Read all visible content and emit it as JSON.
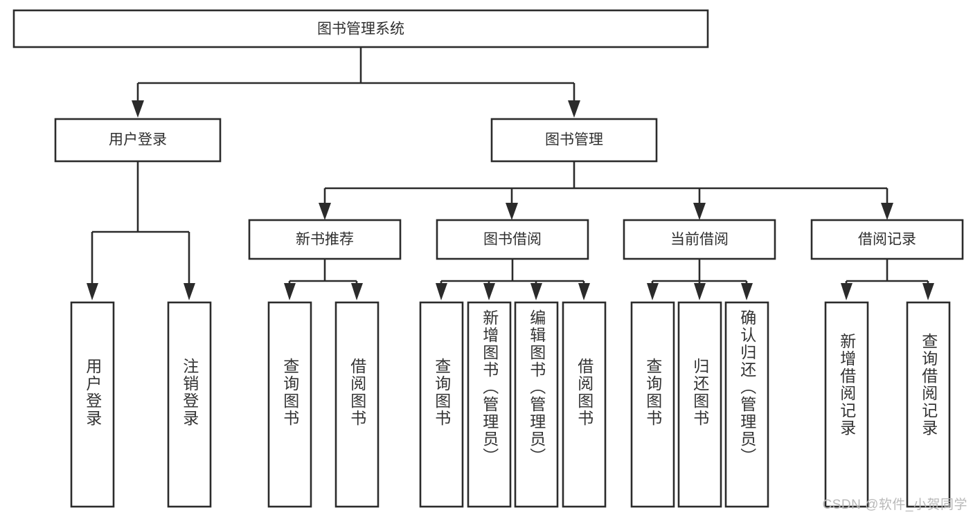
{
  "diagram": {
    "type": "tree",
    "title": "图书管理系统",
    "root": {
      "label": "图书管理系统",
      "children": [
        {
          "label": "用户登录",
          "children": [
            {
              "label": "用户登录"
            },
            {
              "label": "注销登录"
            }
          ]
        },
        {
          "label": "图书管理",
          "children": [
            {
              "label": "新书推荐",
              "children": [
                {
                  "label": "查询图书"
                },
                {
                  "label": "借阅图书"
                }
              ]
            },
            {
              "label": "图书借阅",
              "children": [
                {
                  "label": "查询图书"
                },
                {
                  "label": "新增图书（管理员）"
                },
                {
                  "label": "编辑图书（管理员）"
                },
                {
                  "label": "借阅图书"
                }
              ]
            },
            {
              "label": "当前借阅",
              "children": [
                {
                  "label": "查询图书"
                },
                {
                  "label": "归还图书"
                },
                {
                  "label": "确认归还（管理员）"
                }
              ]
            },
            {
              "label": "借阅记录",
              "children": [
                {
                  "label": "新增借阅记录"
                },
                {
                  "label": "查询借阅记录"
                }
              ]
            }
          ]
        }
      ]
    }
  },
  "nodes": {
    "root_title": "图书管理系统",
    "level1": [
      {
        "label": "用户登录"
      },
      {
        "label": "图书管理"
      }
    ],
    "level2": [
      {
        "label": "新书推荐"
      },
      {
        "label": "图书借阅"
      },
      {
        "label": "当前借阅"
      },
      {
        "label": "借阅记录"
      }
    ],
    "leaves": [
      {
        "label": "用户登录"
      },
      {
        "label": "注销登录"
      },
      {
        "label": "查询图书"
      },
      {
        "label": "借阅图书"
      },
      {
        "label": "查询图书"
      },
      {
        "label": "新增图书（管理员）"
      },
      {
        "label": "编辑图书（管理员）"
      },
      {
        "label": "借阅图书"
      },
      {
        "label": "查询图书"
      },
      {
        "label": "归还图书"
      },
      {
        "label": "确认归还（管理员）"
      },
      {
        "label": "新增借阅记录"
      },
      {
        "label": "查询借阅记录"
      }
    ]
  },
  "watermark": {
    "text": "CSDN @软件_小贺同学"
  },
  "colors": {
    "background": "#ffffff",
    "stroke": "#2b2b2b",
    "text": "#2f2f2f",
    "watermark": "#b9b9b9"
  }
}
